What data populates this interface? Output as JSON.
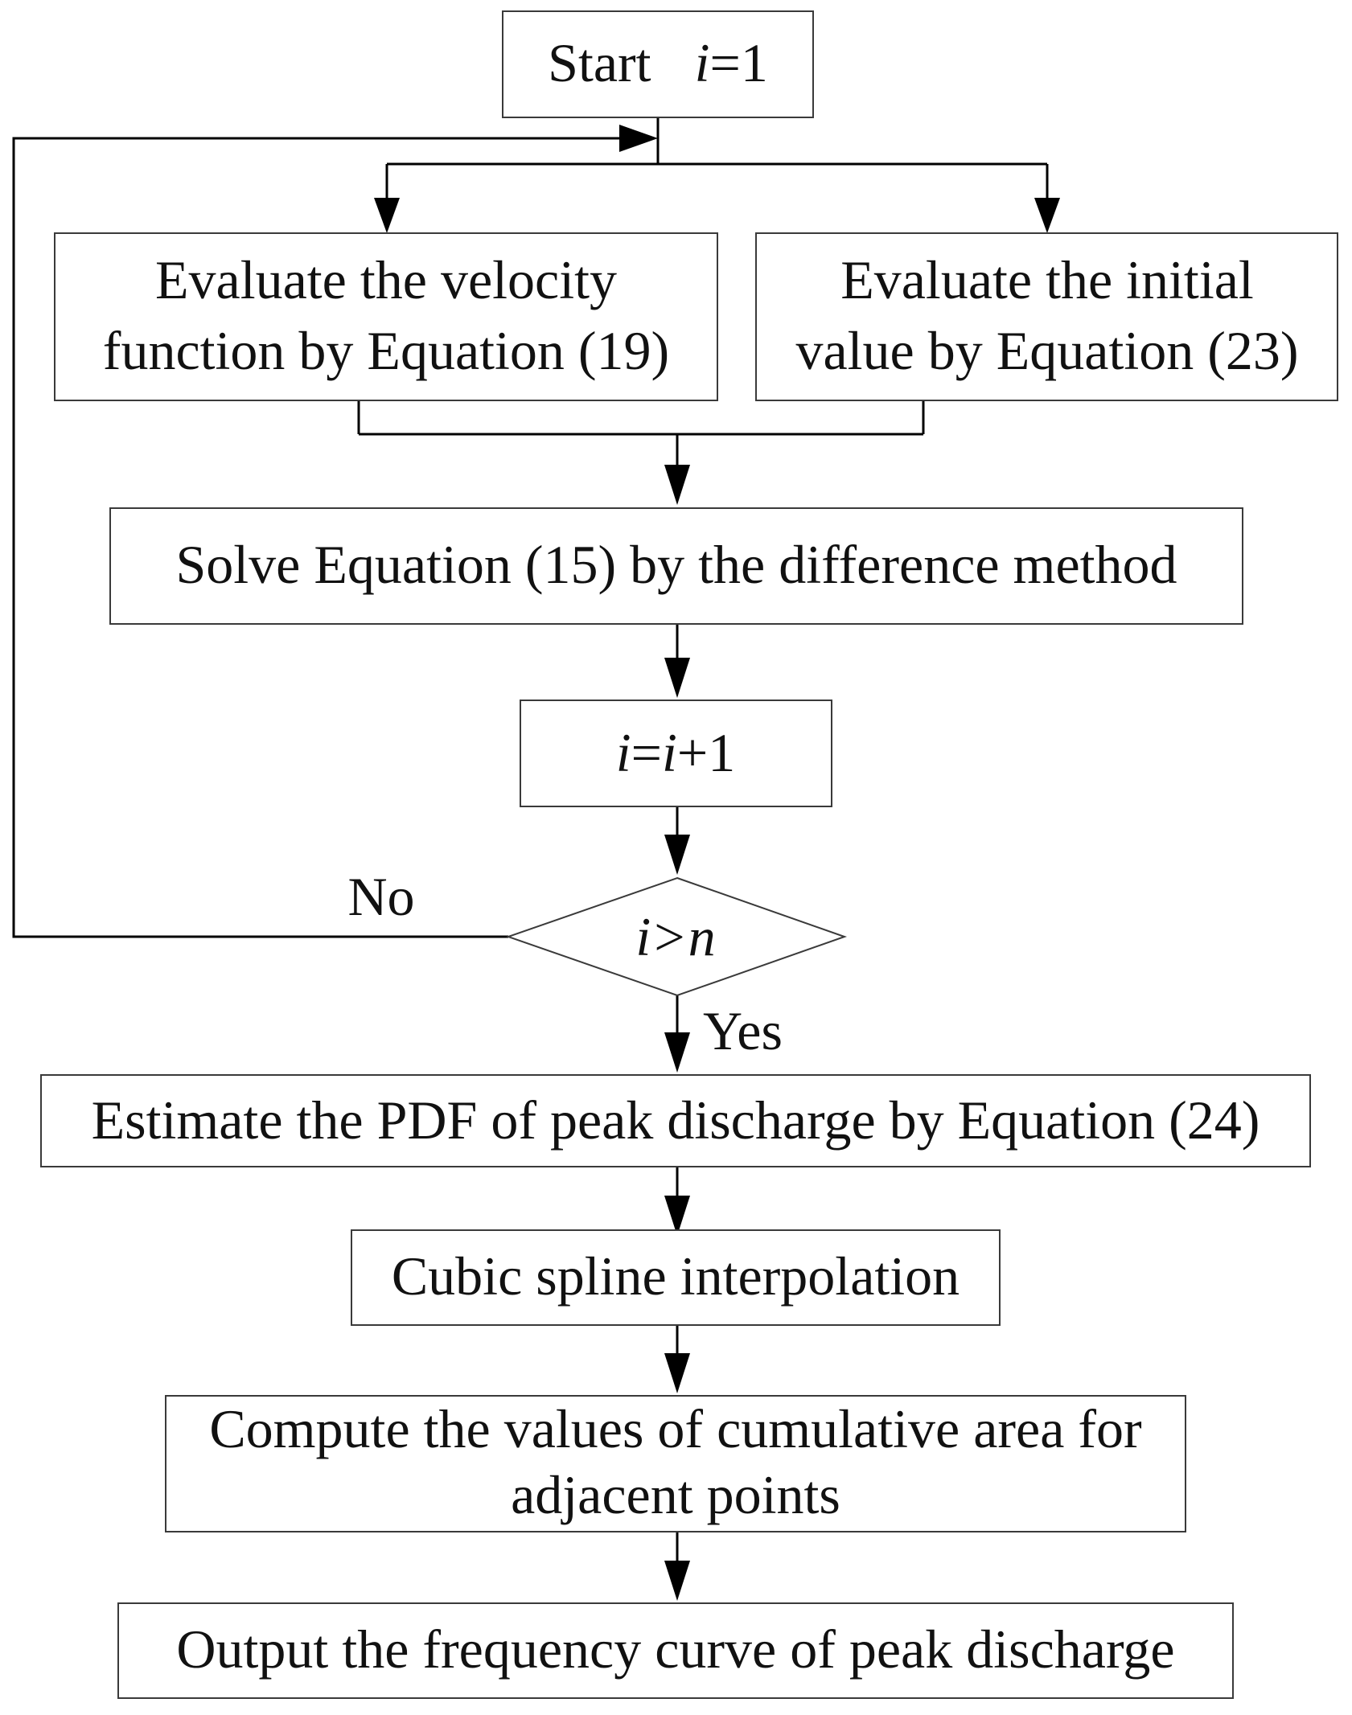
{
  "nodes": {
    "start": {
      "text": "Start",
      "var": "i",
      "op": "=",
      "num": "1"
    },
    "velocity": {
      "line1": "Evaluate the velocity",
      "line2": "function by Equation (19)"
    },
    "initial": {
      "line1": "Evaluate the initial",
      "line2": "value by Equation (23)"
    },
    "solve": {
      "text": "Solve Equation (15) by the difference method"
    },
    "increment": {
      "var1": "i",
      "op": "=",
      "var2": "i",
      "rest": "+1"
    },
    "decision": {
      "var1": "i",
      "op": ">",
      "var2": "n"
    },
    "estimate": {
      "text": "Estimate the PDF of peak discharge by Equation (24)"
    },
    "spline": {
      "text": "Cubic spline interpolation"
    },
    "compute": {
      "line1": "Compute the values of cumulative area for",
      "line2": "adjacent points"
    },
    "output": {
      "text": "Output the frequency curve of peak discharge"
    }
  },
  "edges": {
    "no_label": "No",
    "yes_label": "Yes"
  }
}
